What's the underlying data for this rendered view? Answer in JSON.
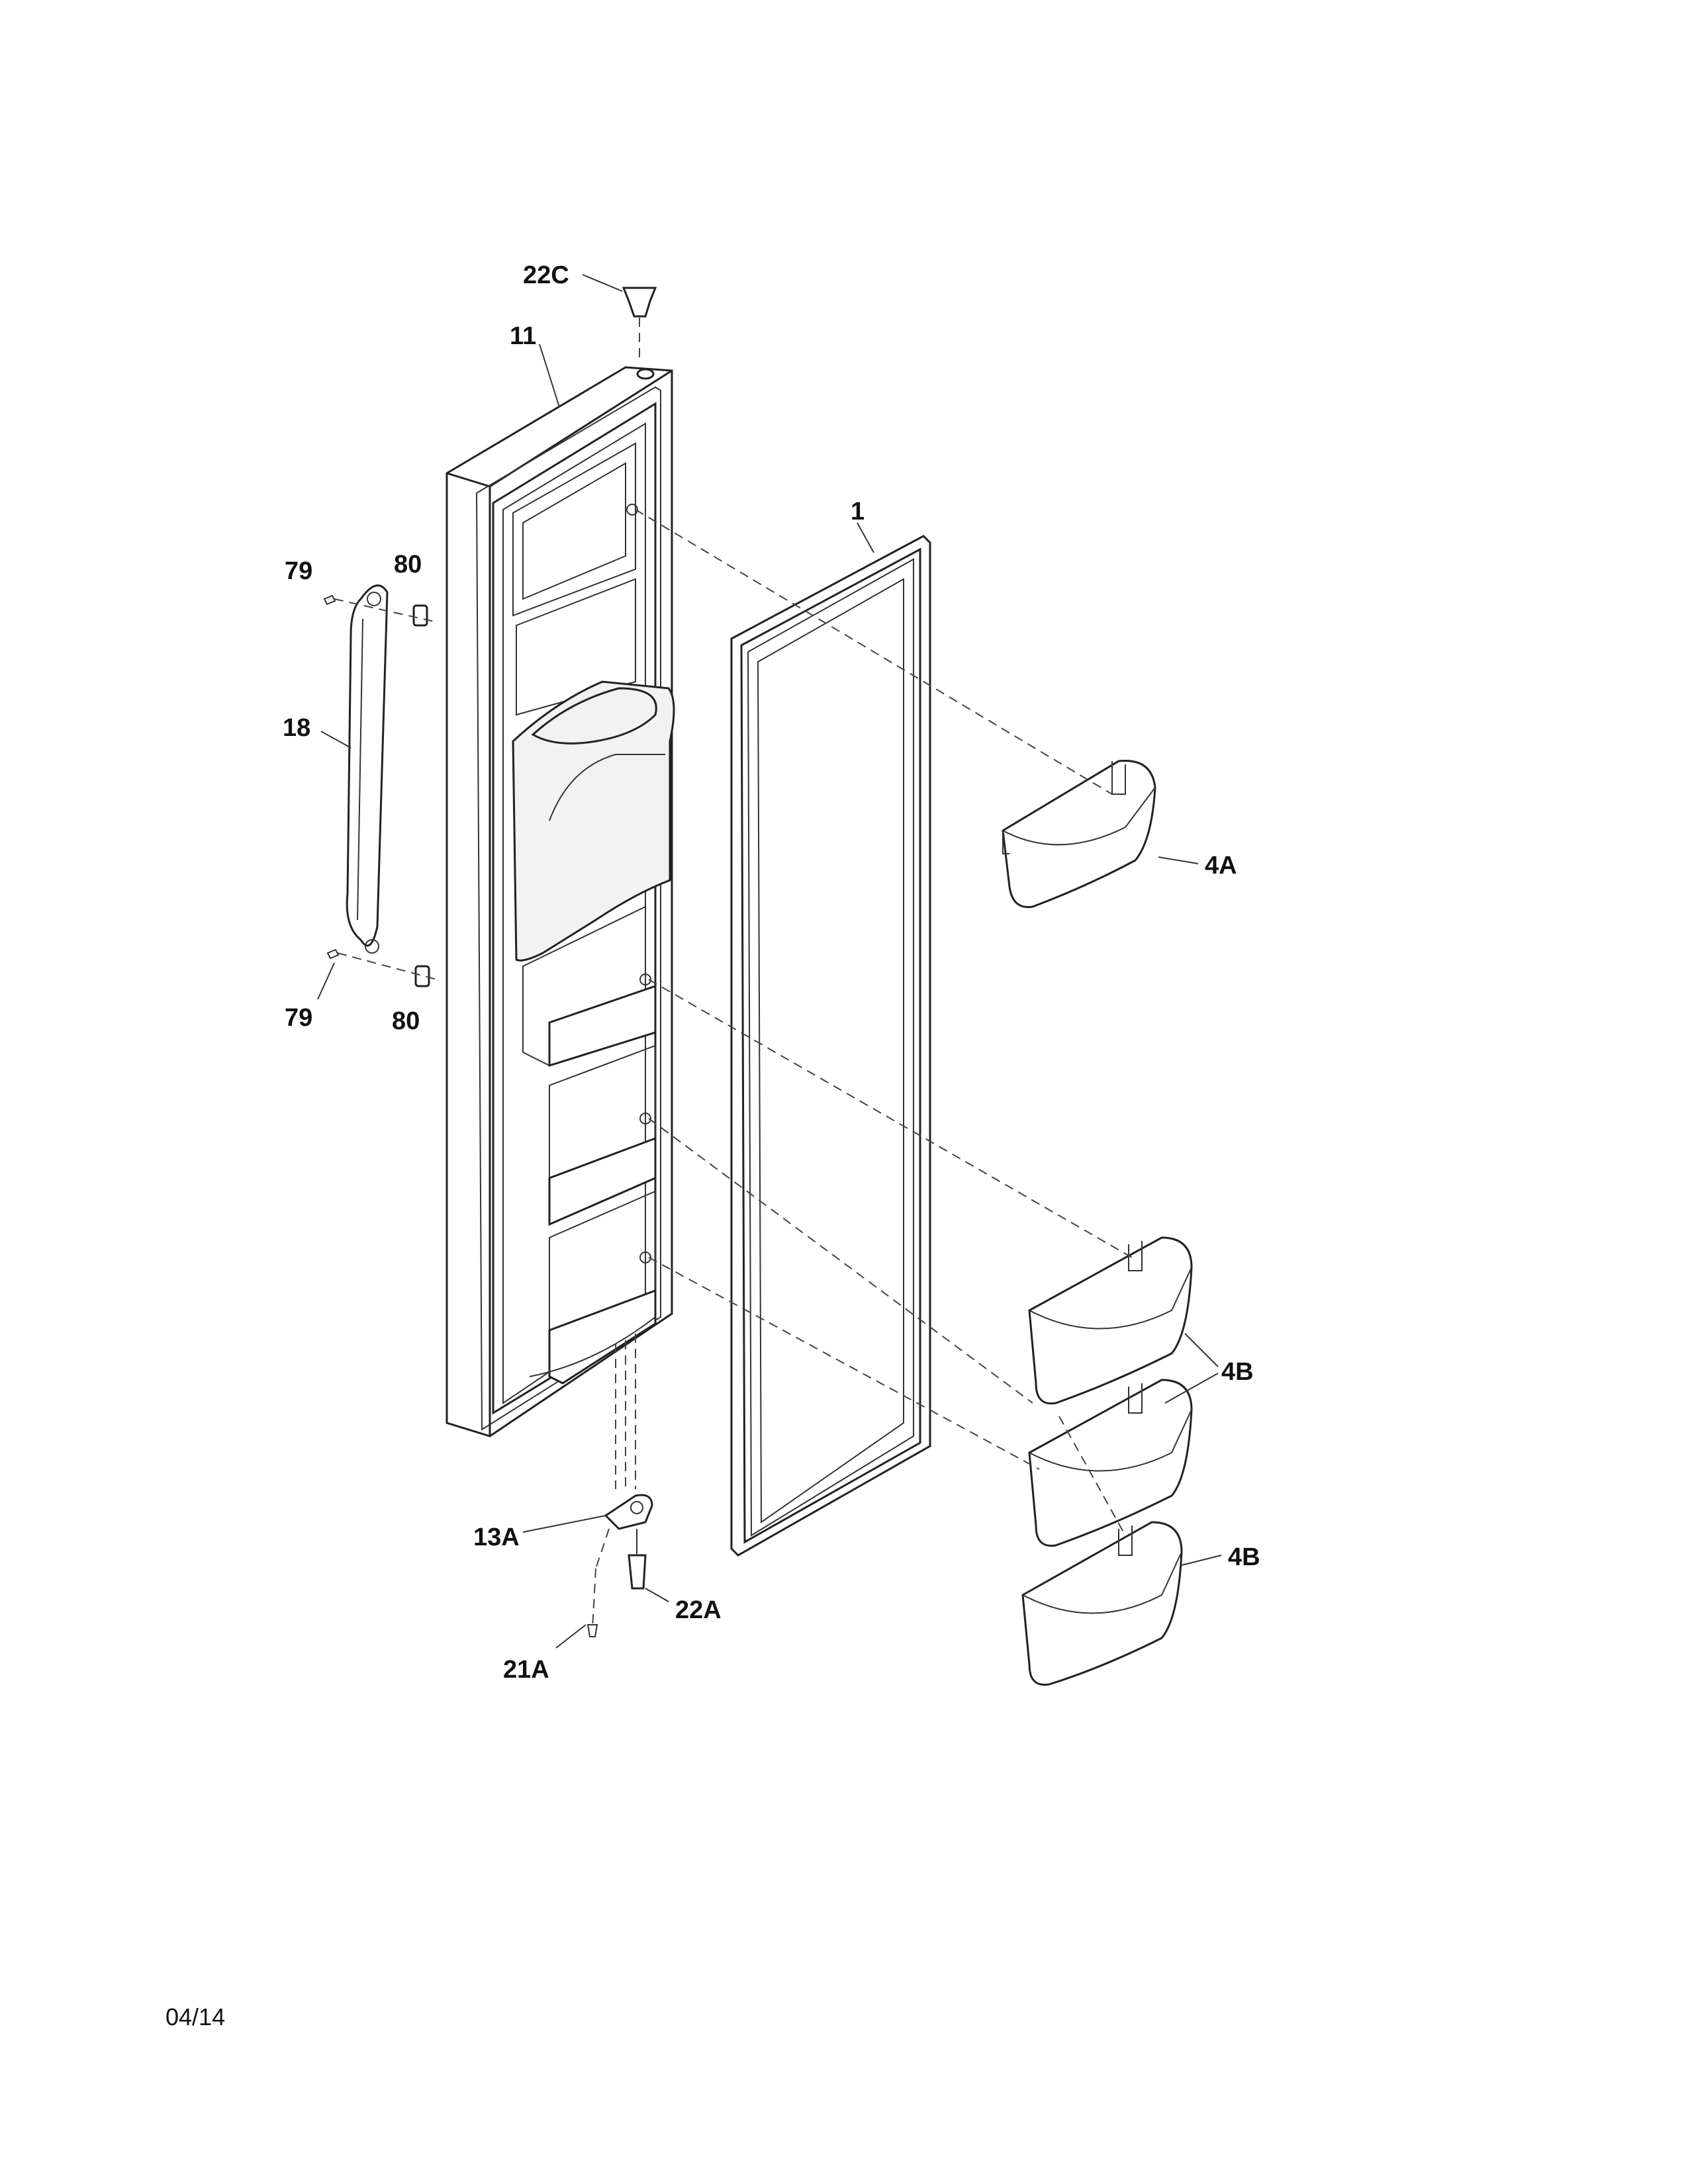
{
  "labels": {
    "l22c": "22C",
    "l11": "11",
    "l1": "1",
    "l79a": "79",
    "l80a": "80",
    "l18": "18",
    "l79b": "79",
    "l80b": "80",
    "l4a": "4A",
    "l4b1": "4B",
    "l4b2": "4B",
    "l13a": "13A",
    "l22a": "22A",
    "l21a": "21A"
  },
  "footer": {
    "date": "04/14"
  }
}
